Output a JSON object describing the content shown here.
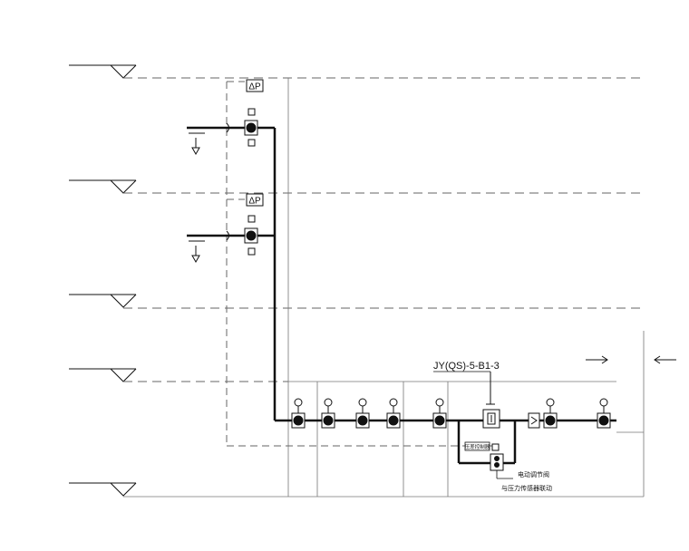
{
  "diagram": {
    "system_label": "JY(QS)-5-B1-3",
    "dp_label_1": "ΔP",
    "dp_label_2": "ΔP",
    "valve_note_line1": "电动调节阀",
    "valve_note_line2": "与压力传感器联动",
    "small_box_label": "压差控制器",
    "flow_arrow_right": "→",
    "flow_arrow_left": "←"
  },
  "colors": {
    "line": "#111111",
    "dashed": "#555555",
    "background": "#ffffff"
  }
}
